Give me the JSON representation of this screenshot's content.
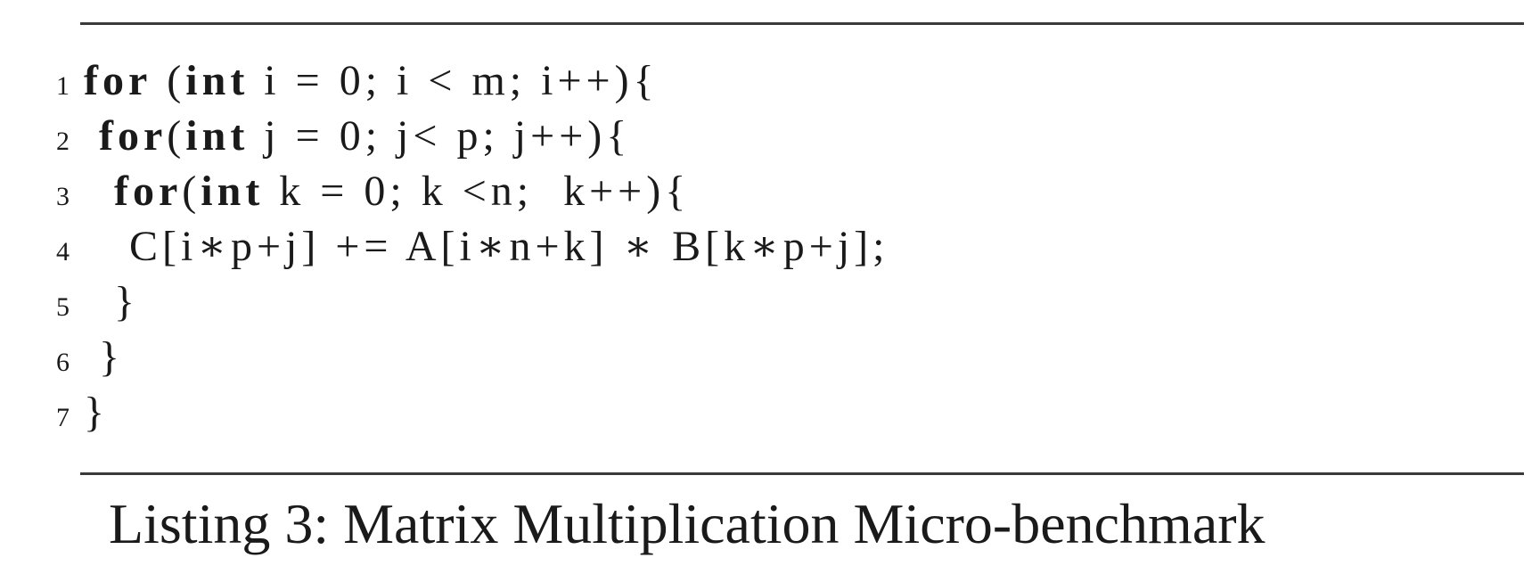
{
  "listing": {
    "lines": [
      {
        "no": "1",
        "indent": "",
        "kw1": "for",
        "mid": " (",
        "kw2": "int",
        "rest": " i = 0; i < m; i++){"
      },
      {
        "no": "2",
        "indent": " ",
        "kw1": "for",
        "mid": "(",
        "kw2": "int",
        "rest": " j = 0; j< p; j++){"
      },
      {
        "no": "3",
        "indent": "  ",
        "kw1": "for",
        "mid": "(",
        "kw2": "int",
        "rest": " k = 0; k <n;  k++){"
      },
      {
        "no": "4",
        "text": "   C[i∗p+j] += A[i∗n+k] ∗ B[k∗p+j];"
      },
      {
        "no": "5",
        "text": "  }"
      },
      {
        "no": "6",
        "text": " }"
      },
      {
        "no": "7",
        "text": "}"
      }
    ]
  },
  "caption": "Listing 3: Matrix Multiplication Micro-benchmark"
}
